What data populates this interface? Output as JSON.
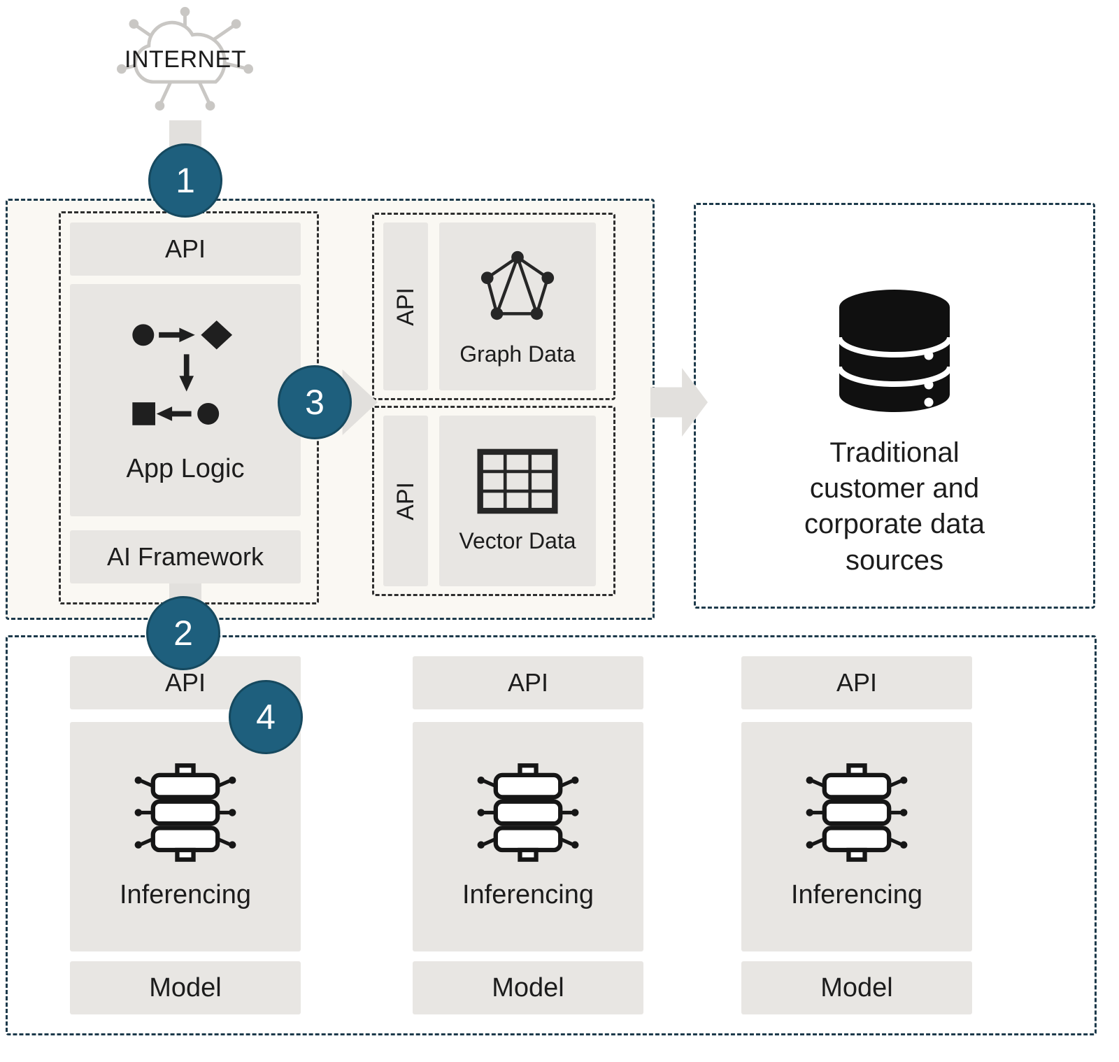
{
  "colors": {
    "badge": "#1e5f7d",
    "box_fill": "#e8e6e3",
    "border_outer": "#1d3a4b",
    "border_inner": "#2e2e2e",
    "arrow": "#e2e0dd",
    "section_bg": "#faf8f3"
  },
  "internet": {
    "label": "INTERNET"
  },
  "steps": [
    "1",
    "2",
    "3",
    "4"
  ],
  "app_stack": {
    "api": "API",
    "app_logic": "App Logic",
    "ai_framework": "AI Framework"
  },
  "data_stores": [
    {
      "api": "API",
      "label": "Graph Data"
    },
    {
      "api": "API",
      "label": "Vector Data"
    }
  ],
  "external_data": {
    "label": "Traditional customer and corporate data sources"
  },
  "model_columns": [
    {
      "api": "API",
      "inferencing": "Inferencing",
      "model": "Model"
    },
    {
      "api": "API",
      "inferencing": "Inferencing",
      "model": "Model"
    },
    {
      "api": "API",
      "inferencing": "Inferencing",
      "model": "Model"
    }
  ]
}
